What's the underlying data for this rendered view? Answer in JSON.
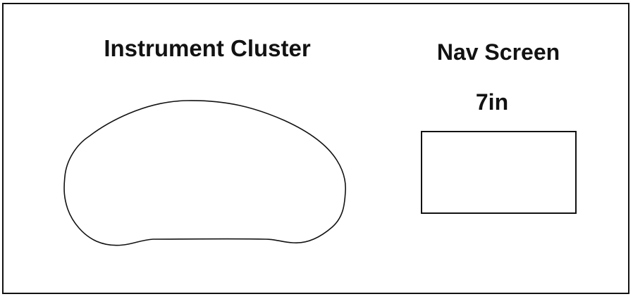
{
  "colors": {
    "ink": "#121212",
    "paper": "#ffffff"
  },
  "labels": {
    "instrument_cluster": "Instrument Cluster",
    "nav_screen": "Nav Screen",
    "nav_screen_size": "7in"
  },
  "shapes": {
    "instrument_cluster_outline": "organic-rounded-cluster-silhouette",
    "nav_screen_outline": "rectangle"
  }
}
